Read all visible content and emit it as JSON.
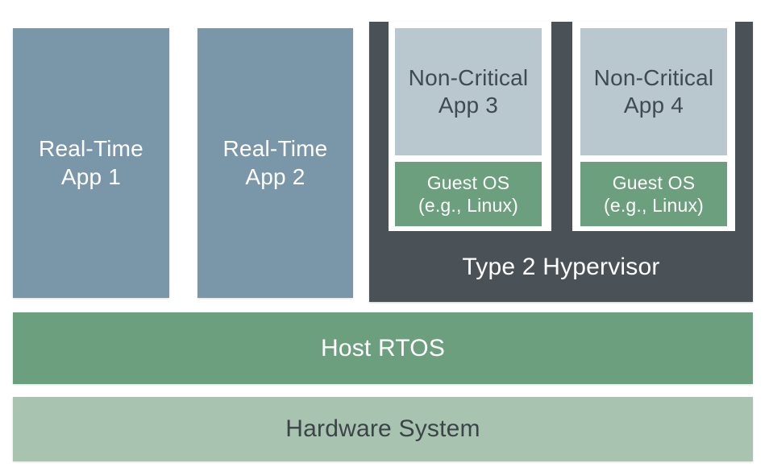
{
  "real_time_apps": [
    {
      "line1": "Real-Time",
      "line2": "App 1"
    },
    {
      "line1": "Real-Time",
      "line2": "App 2"
    }
  ],
  "non_critical_apps": [
    {
      "line1": "Non-Critical",
      "line2": "App 3",
      "guest_line1": "Guest OS",
      "guest_line2": "(e.g., Linux)"
    },
    {
      "line1": "Non-Critical",
      "line2": "App 4",
      "guest_line1": "Guest OS",
      "guest_line2": "(e.g., Linux)"
    }
  ],
  "hypervisor": {
    "label": "Type 2 Hypervisor"
  },
  "host": {
    "label": "Host RTOS"
  },
  "hardware": {
    "label": "Hardware System"
  },
  "colors": {
    "real_time": "#7a97a9",
    "hypervisor": "#4b5257",
    "non_critical": "#b9c7cf",
    "guest_os": "#6c9f7e",
    "host_rtos": "#6c9f7e",
    "hardware": "#a8c4b1"
  }
}
